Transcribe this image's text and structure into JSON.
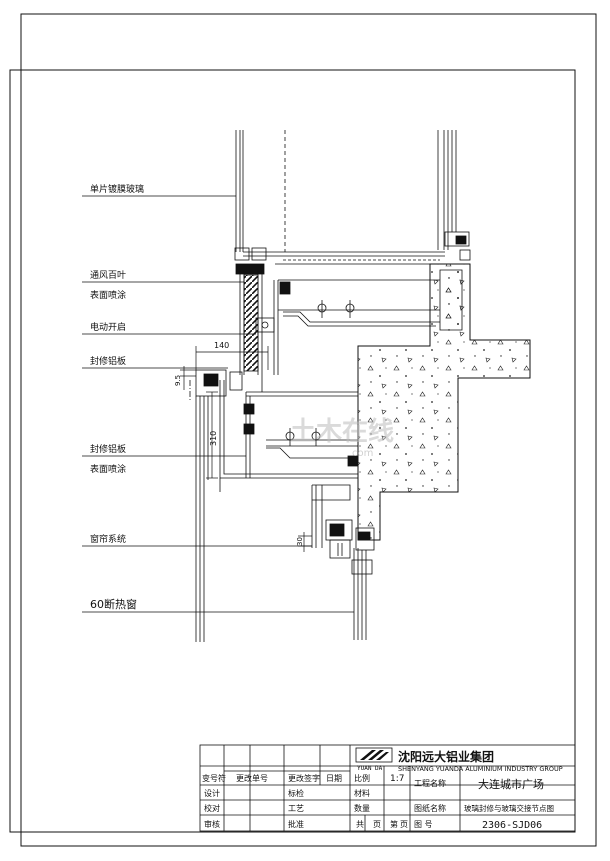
{
  "labels": {
    "glass": "单片镀膜玻璃",
    "louver": "通风百叶",
    "louver_finish": "表面喷涂",
    "motor_open": "电动开启",
    "trim_panel_top": "封修铝板",
    "trim_panel_bottom": "封修铝板",
    "trim_finish": "表面喷涂",
    "curtain_system": "窗帘系统",
    "window": "60断热窗"
  },
  "dimensions": {
    "width_140": "140",
    "height_310": "310",
    "gap_95": "9.5",
    "gap_30": "30"
  },
  "watermark": {
    "text": "土木在线",
    "sub": "com"
  },
  "title_block": {
    "company": "沈阳远大铝业集团",
    "company_en": "SHENYANG YUANDA ALUMINIUM INDUSTRY GROUP",
    "logo_text": "YUAN DA",
    "scale_label": "比例",
    "scale_value": "1:7",
    "material_label": "材料",
    "quantity_label": "数量",
    "project_label": "工程名称",
    "project_value": "大连城市广场",
    "drawing_name_label": "图纸名称",
    "drawing_name_value": "玻璃封修与玻璃交接节点图",
    "drawing_no_label": "图    号",
    "drawing_no_value": "2306-SJD06",
    "sheets": [
      "共",
      "页",
      "第",
      "页"
    ],
    "rev_headers": [
      "变号符",
      "更改单号",
      "更改签字",
      "日期"
    ],
    "rows": [
      [
        "设计",
        "标检"
      ],
      [
        "校对",
        "工艺"
      ],
      [
        "审核",
        "批准"
      ]
    ]
  }
}
